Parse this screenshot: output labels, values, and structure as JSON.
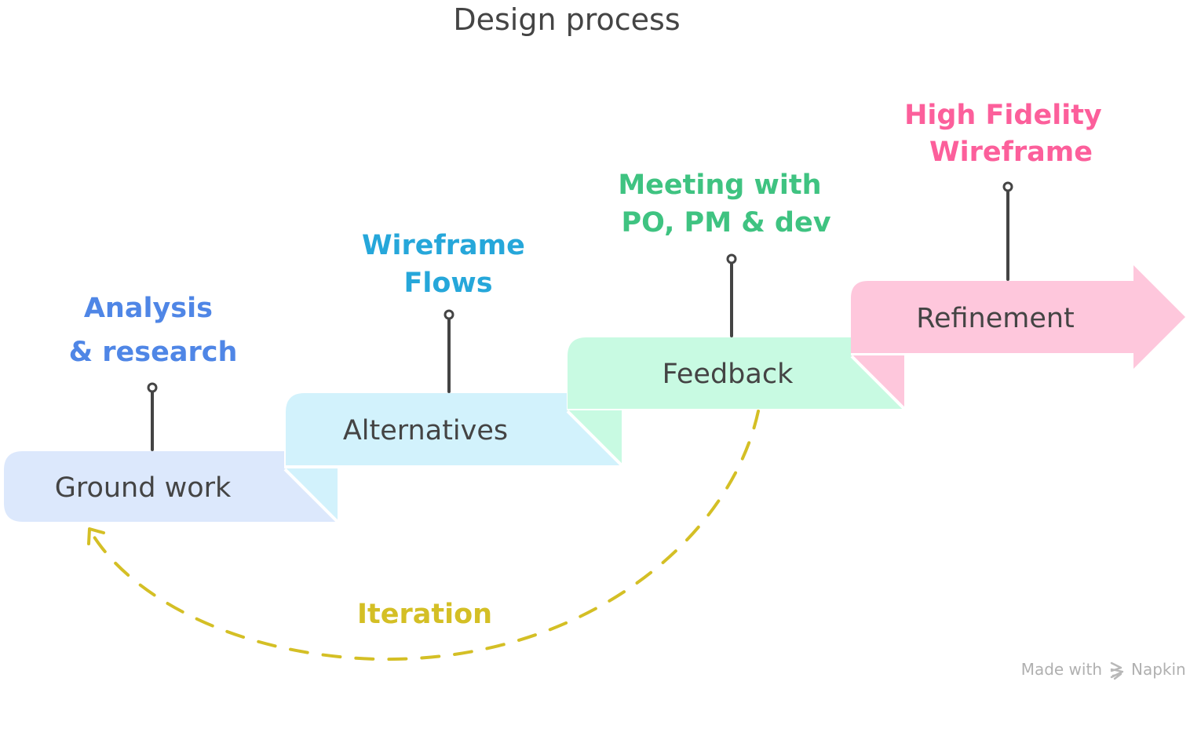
{
  "title": "Design process",
  "steps": [
    {
      "label": "Ground work",
      "annotation": [
        "Analysis",
        "& research"
      ],
      "fill": "#dce8fc",
      "annotation_color": "#4f86e6"
    },
    {
      "label": "Alternatives",
      "annotation": [
        "Wireframe",
        "Flows"
      ],
      "fill": "#d2f2fc",
      "annotation_color": "#26a7da"
    },
    {
      "label": "Feedback",
      "annotation": [
        "Meeting with",
        "PO, PM & dev"
      ],
      "fill": "#c8fae2",
      "annotation_color": "#3fc381"
    },
    {
      "label": "Refinement",
      "annotation": [
        "High Fidelity",
        "Wireframe"
      ],
      "fill": "#fec7dc",
      "annotation_color": "#fc5f9b"
    }
  ],
  "loop": {
    "label": "Iteration",
    "color": "#d4bf25",
    "from": "Feedback",
    "to": "Ground work"
  },
  "connector_color": "#444444",
  "footer": {
    "made_with": "Made with",
    "brand": "Napkin",
    "brand_icon": "napkin-logo-icon"
  }
}
